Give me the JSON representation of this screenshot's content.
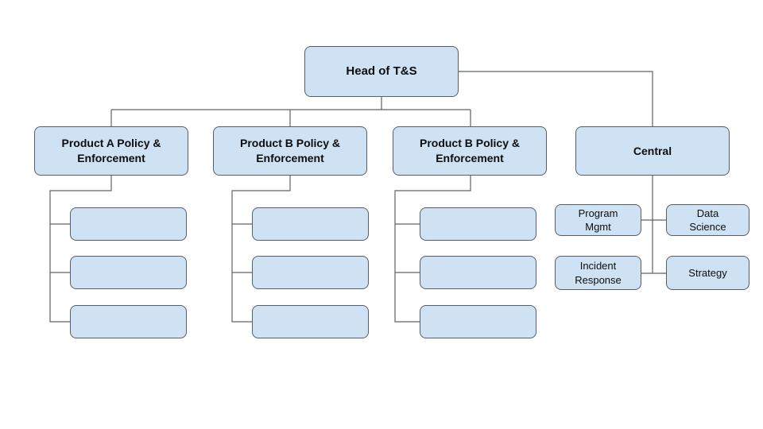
{
  "diagram": {
    "type": "org-chart",
    "colors": {
      "node_fill": "#cfe2f3",
      "node_border": "#565e68",
      "connector": "#5f6368",
      "text": "#0d0d0d",
      "background": "#ffffff"
    },
    "root": {
      "label": "Head of T&S"
    },
    "departments": [
      {
        "label": "Product A Policy &\nEnforcement",
        "children": [
          "",
          "",
          ""
        ]
      },
      {
        "label": "Product B Policy &\nEnforcement",
        "children": [
          "",
          "",
          ""
        ]
      },
      {
        "label": "Product B Policy &\nEnforcement",
        "children": [
          "",
          "",
          ""
        ]
      },
      {
        "label": "Central",
        "children": [
          "Program\nMgmt",
          "Data\nScience",
          "Incident\nResponse",
          "Strategy"
        ]
      }
    ]
  }
}
